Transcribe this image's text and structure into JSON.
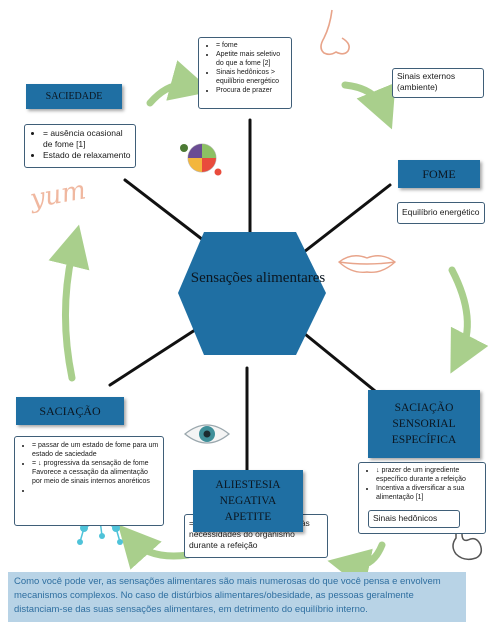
{
  "center": {
    "title": "Sensações alimentares"
  },
  "saciedade": {
    "title": "SACIEDADE",
    "items": [
      "= ausência ocasional de fome [1]",
      "Estado de relaxamento"
    ]
  },
  "apetite_box": {
    "items": [
      "= fome",
      "Apetite mais seletivo do que a fome [2]",
      "Sinais hedônicos > equilíbrio energético",
      "Procura de prazer"
    ]
  },
  "sinais_externos": {
    "text": "Sinais externos (ambiente)"
  },
  "fome": {
    "title": "FOME",
    "text": "Equilíbrio energético"
  },
  "saciacao_sensorial": {
    "title": "SACIAÇÃO SENSORIAL ESPECÍFICA",
    "items": [
      "↓ prazer de um ingrediente específico durante a refeição",
      "Incentiva a diversificar a sua alimentação [1]"
    ],
    "tag": "Sinais hedônicos"
  },
  "aliestesia": {
    "title": "ALIESTESIA NEGATIVA APETITE",
    "text": "= ↓ prazer alimentar devido ↓ às necessidades do organismo durante a refeição"
  },
  "saciacao": {
    "title": "SACIAÇÃO",
    "items": [
      "= passar de um estado de fome para um estado de saciedade",
      "= ↓ progressiva da sensação de fome",
      "Favorece a cessação da alimentação por meio de sinais internos anoréticos",
      ""
    ]
  },
  "yum": {
    "text": "yum"
  },
  "footer": {
    "text": "Como você pode ver, as sensações alimentares são mais numerosas do que você pensa e envolvem mecanismos complexos. No caso de distúrbios alimentares/obesidade, as pessoas geralmente distanciam-se das suas sensações alimentares, em detrimento do equilíbrio interno."
  },
  "colors": {
    "header_blue": "#1f6fa3",
    "arrow_green": "#a9cf8c",
    "footer_bg": "#b8d3e6",
    "footer_text": "#2f6fa0",
    "hexagon": "#1f6fa3"
  }
}
